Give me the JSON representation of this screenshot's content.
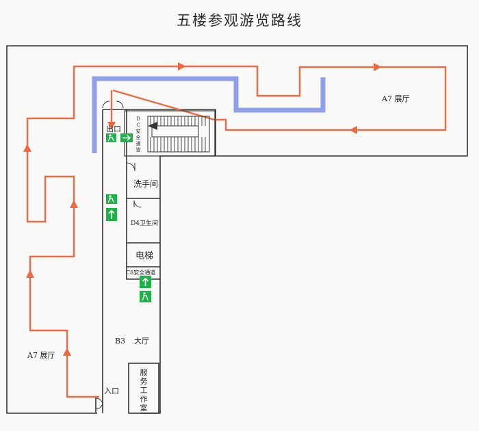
{
  "title": "五楼参观游览路线",
  "labels": {
    "hall_a7_right": "A7 展厅",
    "hall_a7_left": "A7 展厅",
    "exit": "出口",
    "entrance": "入口",
    "washroom": "洗手间",
    "toilet": "D4卫生间",
    "elevator": "电梯",
    "safe_passage": "C8安全通道",
    "hall_b3": "B3",
    "hall_b3_name": "大厅",
    "service_chars": [
      "服",
      "务",
      "工",
      "作",
      "室"
    ],
    "stair_chars": [
      "D",
      "C",
      "安",
      "全",
      "通",
      "道"
    ]
  },
  "colors": {
    "route": "#ee6a45",
    "blue_line": "#8fa0e8",
    "wall": "#333333",
    "sign_green": "#1fb24a"
  }
}
